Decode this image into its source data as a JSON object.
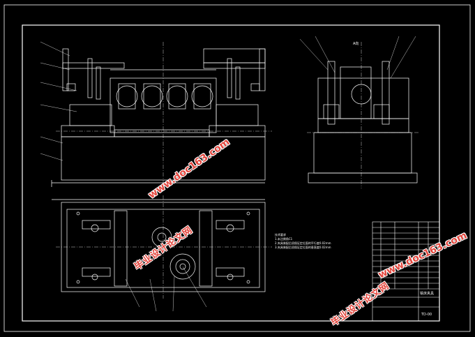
{
  "side_view": {
    "title": "A向"
  },
  "notes": {
    "title": "技术要求",
    "lines": [
      "1.未注倒角C1",
      "2.夹具装配后须保证定位面的平行度0.02mm",
      "3.夹具装配后须保证定位面的垂直度0.02mm"
    ]
  },
  "title_block": {
    "part_name": "铣床夹具",
    "drawing_no": "TD-00"
  },
  "watermarks": [
    {
      "url": "www.doc163.com",
      "cn": "毕业设计论文网"
    },
    {
      "url": "www.doc163.com",
      "cn": "毕业设计论文网"
    }
  ],
  "colors": {
    "background": "#000000",
    "lines": "#ffffff",
    "watermark": "#e3473e"
  }
}
